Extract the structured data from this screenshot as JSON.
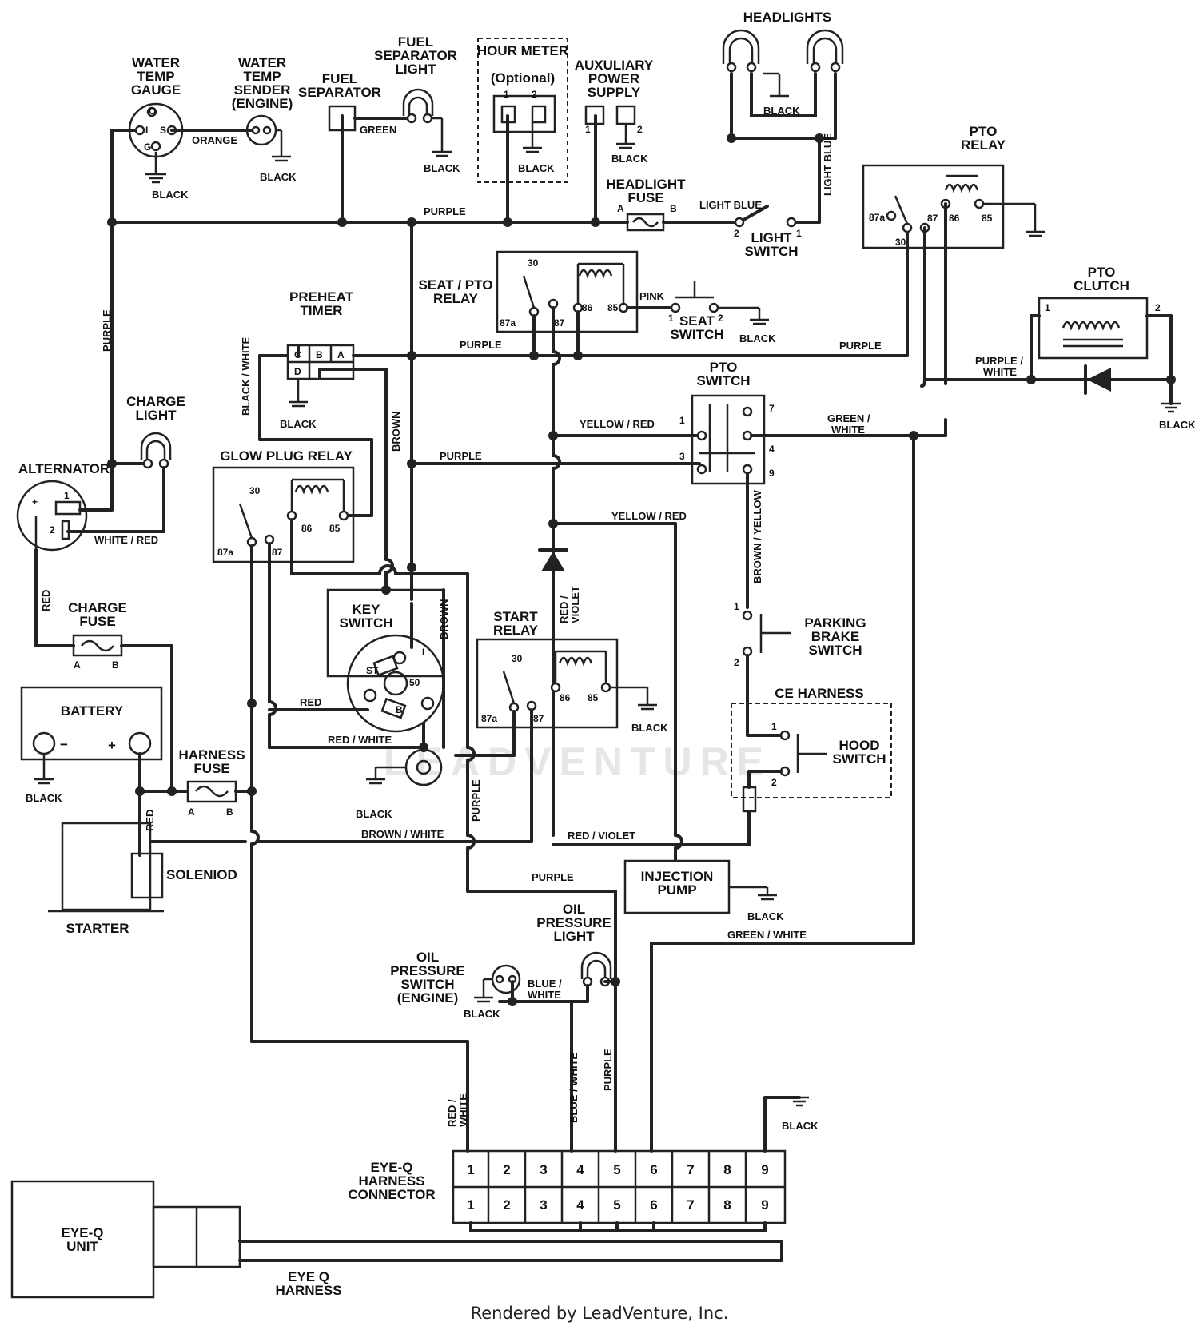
{
  "footer": "Rendered by LeadVenture, Inc.",
  "watermark": "LEADVENTURE",
  "components": {
    "water_temp_gauge": "WATER TEMP GAUGE",
    "water_temp_sender": "WATER TEMP SENDER (ENGINE)",
    "fuel_separator": "FUEL SEPARATOR",
    "fuel_separator_light": "FUEL SEPARATOR LIGHT",
    "hour_meter": "HOUR METER",
    "hour_meter_optional": "(Optional)",
    "auxiliary_power_supply": "AUXULIARY POWER SUPPLY",
    "headlights": "HEADLIGHTS",
    "headlight_fuse": "HEADLIGHT FUSE",
    "light_switch": "LIGHT SWITCH",
    "pto_relay": "PTO RELAY",
    "seat_pto_relay": "SEAT / PTO RELAY",
    "seat_switch": "SEAT SWITCH",
    "preheat_timer": "PREHEAT TIMER",
    "pto_clutch": "PTO CLUTCH",
    "pto_switch": "PTO SWITCH",
    "charge_light": "CHARGE LIGHT",
    "alternator": "ALTERNATOR",
    "glow_plug_relay": "GLOW PLUG RELAY",
    "key_switch": "KEY SWITCH",
    "start_relay": "START RELAY",
    "parking_brake_switch": "PARKING BRAKE SWITCH",
    "ce_harness": "CE HARNESS",
    "hood_switch": "HOOD SWITCH",
    "charge_fuse": "CHARGE FUSE",
    "battery": "BATTERY",
    "harness_fuse": "HARNESS FUSE",
    "solenoid": "SOLENIOD",
    "starter": "STARTER",
    "injection_pump": "INJECTION PUMP",
    "oil_pressure_light": "OIL PRESSURE LIGHT",
    "oil_pressure_switch": "OIL PRESSURE SWITCH (ENGINE)",
    "eyeq_connector": "EYE-Q HARNESS CONNECTOR",
    "eyeq_unit": "EYE-Q UNIT",
    "eyeq_harness": "EYE Q HARNESS"
  },
  "wires": {
    "purple": "PURPLE",
    "orange": "ORANGE",
    "green": "GREEN",
    "black": "BLACK",
    "light_blue": "LIGHT BLUE",
    "pink": "PINK",
    "yellow_red": "YELLOW / RED",
    "green_white": "GREEN / WHITE",
    "purple_white": "PURPLE / WHITE",
    "black_white": "BLACK / WHITE",
    "brown": "BROWN",
    "brown_yellow": "BROWN / YELLOW",
    "red_violet": "RED / VIOLET",
    "white_red": "WHITE / RED",
    "red": "RED",
    "red_white": "RED / WHITE",
    "brown_white": "BROWN / WHITE",
    "blue_white": "BLUE / WHITE"
  },
  "connector_pins": [
    "1",
    "2",
    "3",
    "4",
    "5",
    "6",
    "7",
    "8",
    "9"
  ],
  "pins": {
    "p1": "1",
    "p2": "2",
    "p3": "3",
    "p4": "4",
    "p7": "7",
    "p9": "9",
    "a": "A",
    "b": "B",
    "r30": "30",
    "r87": "87",
    "r87a": "87a",
    "r86": "86",
    "r85": "85",
    "c": "C",
    "d": "D",
    "plus": "+",
    "minus": "−",
    "st": "ST",
    "p50": "50",
    "i": "I",
    "s": "S",
    "g": "G",
    "o": "O"
  }
}
